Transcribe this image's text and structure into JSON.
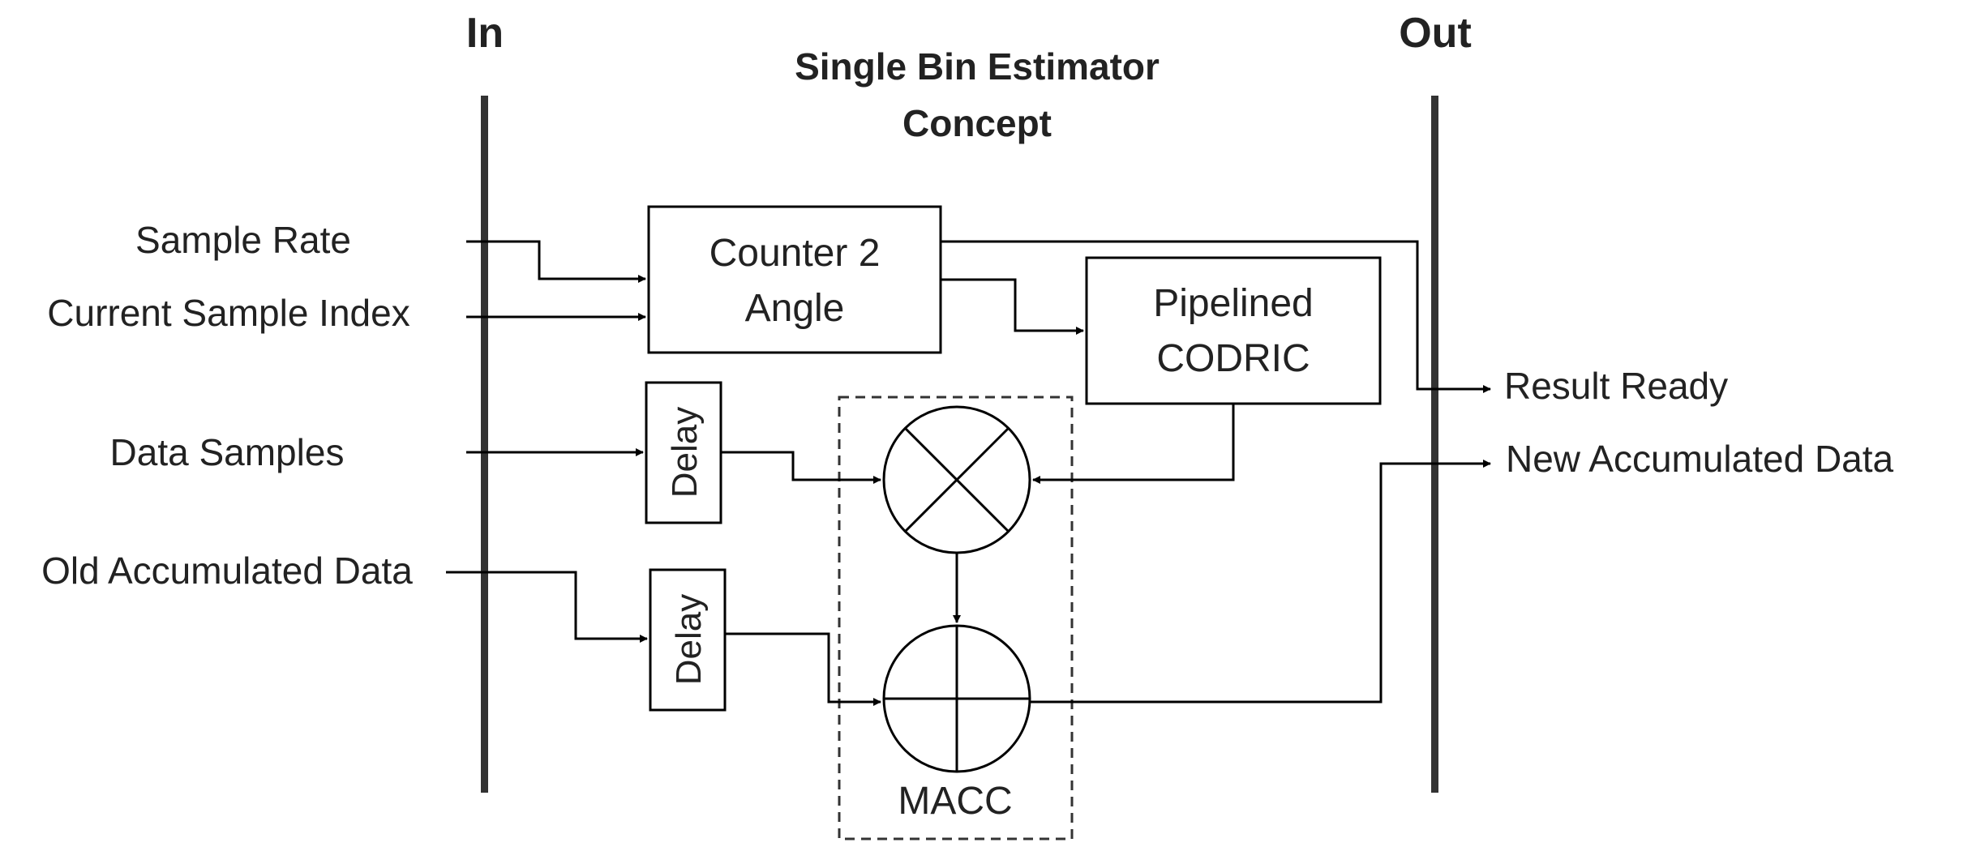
{
  "diagram": {
    "title_line1": "Single Bin Estimator",
    "title_line2": "Concept",
    "in_label": "In",
    "out_label": "Out",
    "inputs": {
      "sample_rate": "Sample Rate",
      "current_sample_index": "Current Sample Index",
      "data_samples": "Data Samples",
      "old_accumulated_data": "Old Accumulated Data"
    },
    "outputs": {
      "result_ready": "Result Ready",
      "new_accumulated_data": "New Accumulated Data"
    },
    "blocks": {
      "counter_line1": "Counter 2",
      "counter_line2": "Angle",
      "cordic_line1": "Pipelined",
      "cordic_line2": "CODRIC",
      "delay_1": "Delay",
      "delay_2": "Delay",
      "macc": "MACC"
    }
  }
}
